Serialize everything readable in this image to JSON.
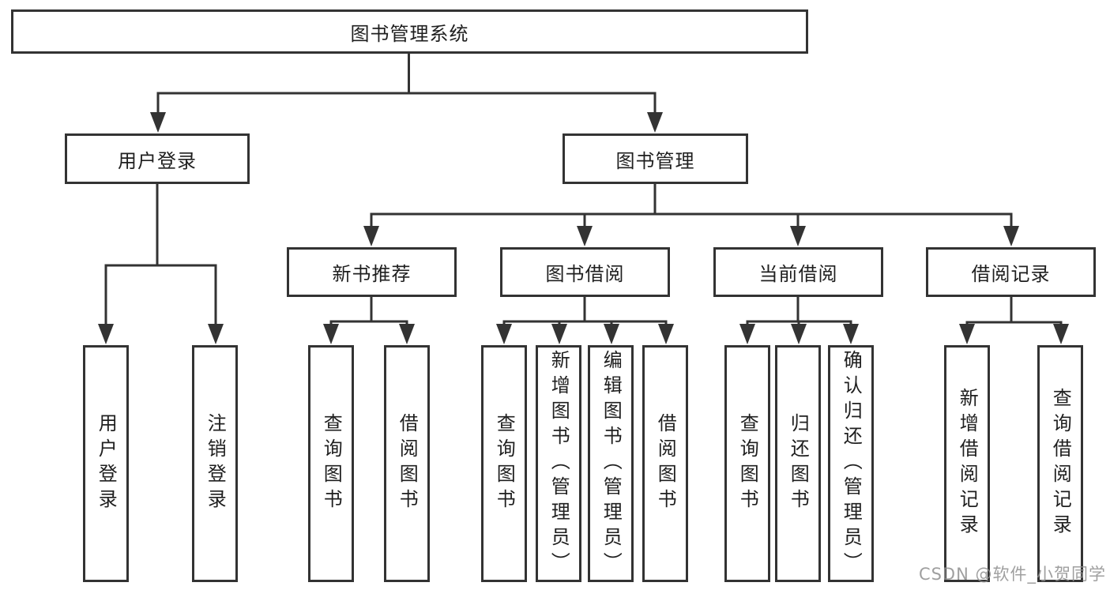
{
  "tree": {
    "root": {
      "label": "图书管理系统",
      "children": [
        {
          "label": "用户登录",
          "children": [
            {
              "label": "用户登录"
            },
            {
              "label": "注销登录"
            }
          ]
        },
        {
          "label": "图书管理",
          "children": [
            {
              "label": "新书推荐",
              "children": [
                {
                  "label": "查询图书"
                },
                {
                  "label": "借阅图书"
                }
              ]
            },
            {
              "label": "图书借阅",
              "children": [
                {
                  "label": "查询图书"
                },
                {
                  "label": "新增图书（管理员）"
                },
                {
                  "label": "编辑图书（管理员）"
                },
                {
                  "label": "借阅图书"
                }
              ]
            },
            {
              "label": "当前借阅",
              "children": [
                {
                  "label": "查询图书"
                },
                {
                  "label": "归还图书"
                },
                {
                  "label": "确认归还（管理员）"
                }
              ]
            },
            {
              "label": "借阅记录",
              "children": [
                {
                  "label": "新增借阅记录"
                },
                {
                  "label": "查询借阅记录"
                }
              ]
            }
          ]
        }
      ]
    }
  },
  "watermark": {
    "text": "CSDN @软件_小贺同学"
  },
  "colors": {
    "line": "#333333",
    "border": "#333333",
    "text": "#1f1f1f",
    "background": "#ffffff",
    "watermark": "#8f8f8f"
  }
}
